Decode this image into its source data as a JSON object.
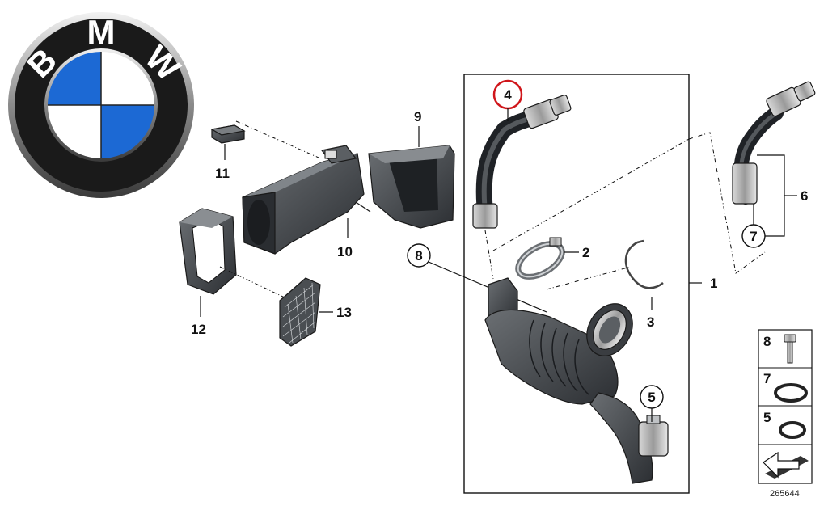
{
  "logo": {
    "letters": [
      "B",
      "M",
      "W"
    ],
    "colors": {
      "blue": "#1c69d4",
      "white": "#ffffff",
      "ring": "#1a1a1a",
      "chrome": "#9a9a9a"
    }
  },
  "callouts": {
    "c1": "1",
    "c2": "2",
    "c3": "3",
    "c4": "4",
    "c5": "5",
    "c6": "6",
    "c7": "7",
    "c8": "8",
    "c9": "9",
    "c10": "10",
    "c11": "11",
    "c12": "12",
    "c13": "13"
  },
  "highlight_color": "#d0161b",
  "legend": {
    "items": [
      {
        "label": "8",
        "icon": "bolt-icon"
      },
      {
        "label": "7",
        "icon": "o-ring-icon"
      },
      {
        "label": "5",
        "icon": "o-ring-icon"
      }
    ],
    "footer_icon": "arrow-sheet-icon"
  },
  "diagram_number": "265644"
}
